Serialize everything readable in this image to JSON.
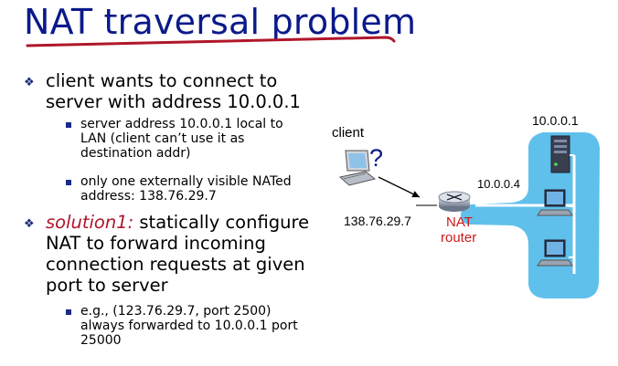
{
  "title": "NAT traversal problem",
  "bullets": [
    {
      "lines": [
        "client wants to connect to",
        "server with address 10.0.0.1"
      ],
      "sub": [
        {
          "lines": [
            "server address 10.0.0.1 local to",
            "LAN (client can’t use it as",
            "destination addr)"
          ]
        },
        {
          "lines": [
            "only one externally visible NATed",
            "address: 138.76.29.7"
          ]
        }
      ]
    },
    {
      "lead": "solution1:",
      "lines": [
        " statically configure",
        "NAT to forward incoming",
        "connection requests at given",
        "port to server"
      ],
      "sub": [
        {
          "lines": [
            "e.g., (123.76.29.7, port 2500)",
            "always forwarded to 10.0.0.1 port",
            "25000"
          ]
        }
      ]
    }
  ],
  "diagram": {
    "client_label": "client",
    "question_mark": "?",
    "public_ip": "138.76.29.7",
    "router_label_line1": "NAT",
    "router_label_line2": "router",
    "router_lan_ip": "10.0.0.4",
    "server_ip": "10.0.0.1",
    "colors": {
      "lan_blob": "#5fc0ec",
      "router_red": "#cc1a1a",
      "title_blue": "#0b1a8a"
    }
  }
}
